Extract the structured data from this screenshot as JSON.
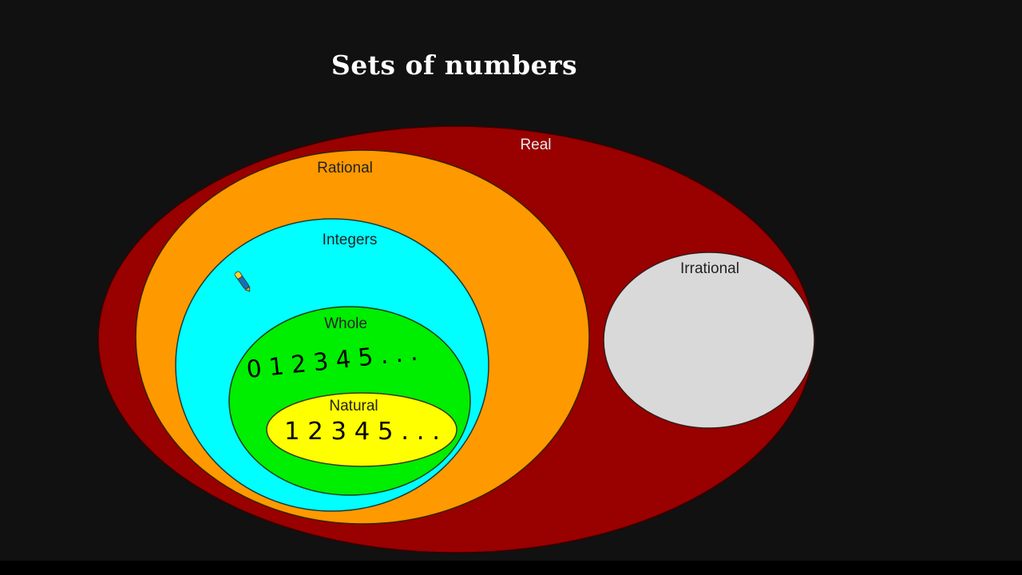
{
  "title": "Sets of numbers",
  "colors": {
    "background": "#111111",
    "real": "#990000",
    "rational": "#ff9900",
    "integers": "#00ffff",
    "whole": "#00ee00",
    "natural": "#ffff00",
    "irrational": "#d9d9d9"
  },
  "sets": {
    "real": {
      "label": "Real"
    },
    "rational": {
      "label": "Rational"
    },
    "integers": {
      "label": "Integers"
    },
    "whole": {
      "label": "Whole",
      "handwritten": "0 1 2 3 4 5 . . ."
    },
    "natural": {
      "label": "Natural",
      "handwritten": "1 2 3 4 5 . . ."
    },
    "irrational": {
      "label": "Irrational"
    }
  },
  "cursor": {
    "icon": "pen-cursor-icon"
  }
}
